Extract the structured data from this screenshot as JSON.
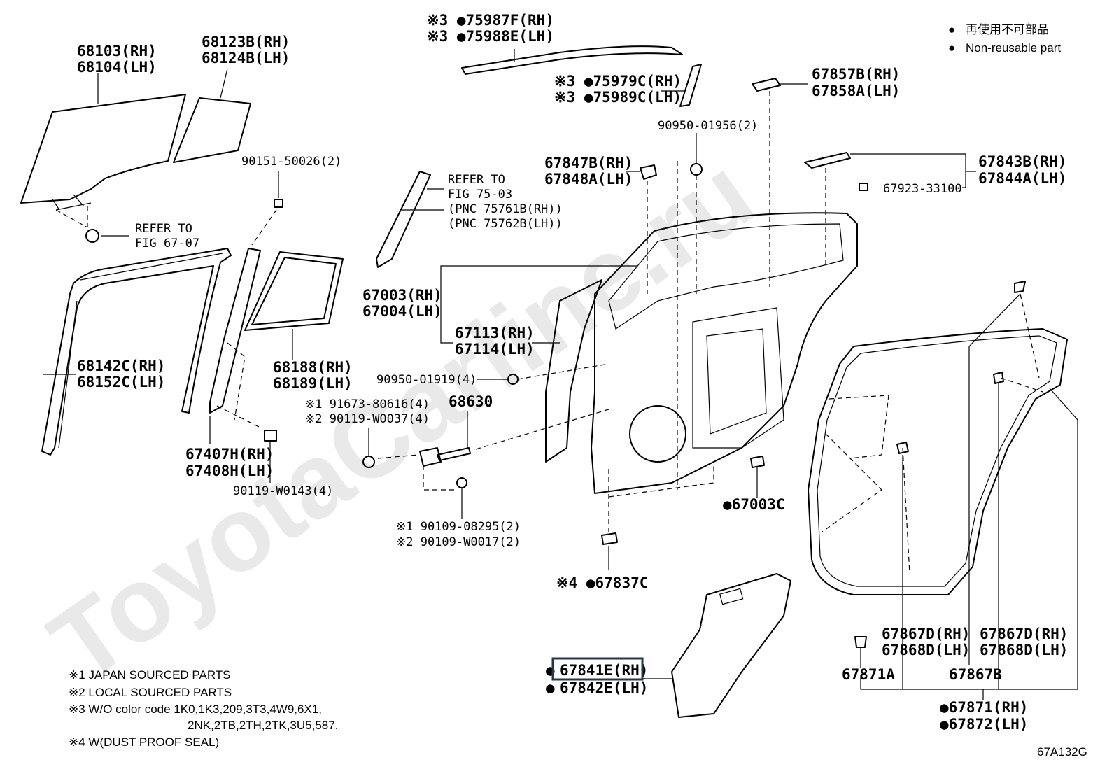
{
  "legend": {
    "bullet": "●",
    "nonreusable_jp": "再使用不可部品",
    "nonreusable_en": "Non-reusable part"
  },
  "watermark": "ToyotaCarline.ru",
  "figure_code": "67A132G",
  "labels": {
    "l_75987f": "※3 ●75987F(RH)",
    "l_75988e": "※3 ●75988E(LH)",
    "l_75979c": "※3 ●75979C(RH)",
    "l_75989c": "※3 ●75989C(LH)",
    "l_67857b": "67857B(RH)",
    "l_67858a": "67858A(LH)",
    "l_90950_01956": "90950-01956(2)",
    "l_67847b": "67847B(RH)",
    "l_67848a": "67848A(LH)",
    "l_67843b": "67843B(RH)",
    "l_67844a": "67844A(LH)",
    "l_67923": "67923-33100",
    "l_68103": "68103(RH)",
    "l_68104": "68104(LH)",
    "l_68123b": "68123B(RH)",
    "l_68124b": "68124B(LH)",
    "l_90151": "90151-50026(2)",
    "l_refer_6707_a": "REFER TO",
    "l_refer_6707_b": "FIG 67-07",
    "l_refer_7503_a": "REFER TO",
    "l_refer_7503_b": "FIG 75-03",
    "l_refer_7503_c": "(PNC 75761B(RH))",
    "l_refer_7503_d": "(PNC 75762B(LH))",
    "l_67003": "67003(RH)",
    "l_67004": "67004(LH)",
    "l_67113": "67113(RH)",
    "l_67114": "67114(LH)",
    "l_68142c": "68142C(RH)",
    "l_68152c": "68152C(LH)",
    "l_68188": "68188(RH)",
    "l_68189": "68189(LH)",
    "l_90950_01919": "90950-01919(4)",
    "l_91673": "※1 91673-80616(4)",
    "l_90119_w0037": "※2 90119-W0037(4)",
    "l_68630": "68630",
    "l_67407h": "67407H(RH)",
    "l_67408h": "67408H(LH)",
    "l_90119_w0143": "90119-W0143(4)",
    "l_67003c": "●67003C",
    "l_90109_08295": "※1 90109-08295(2)",
    "l_90109_w0017": "※2 90109-W0017(2)",
    "l_67837c": "※4 ●67837C",
    "l_67841e": "67841E(RH)",
    "l_67842e": "67842E(LH)",
    "l_67867d_a": "67867D(RH)",
    "l_67868d_a": "67868D(LH)",
    "l_67867d_b": "67867D(RH)",
    "l_67868d_b": "67868D(LH)",
    "l_67871a": "67871A",
    "l_67867b": "67867B",
    "l_67871": "●67871(RH)",
    "l_67872": "●67872(LH)"
  },
  "notes": {
    "n1": "※1 JAPAN SOURCED PARTS",
    "n2": "※2 LOCAL SOURCED PARTS",
    "n3a": "※3 W/O color code 1K0,1K3,209,3T3,4W9,6X1,",
    "n3b": "2NK,2TB,2TH,2TK,3U5,587.",
    "n4": "※4 W(DUST PROOF SEAL)"
  },
  "highlight_color": "#1f3a4d"
}
